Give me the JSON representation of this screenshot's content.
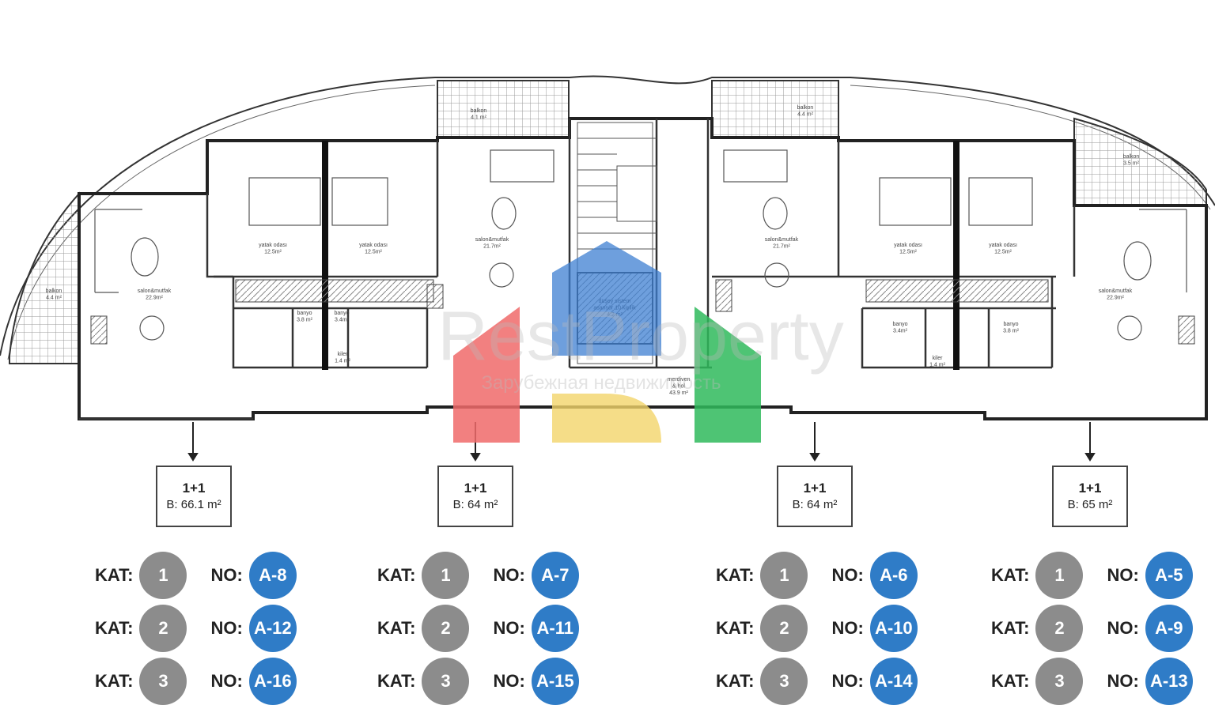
{
  "header": {
    "title": ""
  },
  "colors": {
    "wall": "#222222",
    "hatch": "#9a9a9a",
    "kat_circle": "#8c8c8c",
    "no_circle": "#2f7cc7"
  },
  "rooms": {
    "balkon_left": "balkon\n4.4 m²",
    "balkon_top_left": "balkon\n4.1 m²",
    "balkon_top_right": "balkon\n4.4 m²",
    "balkon_right": "balkon\n3.5 m²",
    "salon_a8": "salon&mutfak\n22.9m²",
    "yatak_a8": "yatak odası\n12.5m²",
    "yatak_a7": "yatak odası\n12.5m²",
    "salon_a7": "salon&mutfak\n21.7m²",
    "salon_a6": "salon&mutfak\n21.7m²",
    "yatak_a6": "yatak odası\n12.5m²",
    "yatak_a5": "yatak odası\n12.5m²",
    "salon_a5": "salon&mutfak\n22.9m²",
    "banyo_a8": "banyo\n3.8 m²",
    "banyo_a7": "banyo\n3.4m²",
    "banyo_a6": "banyo\n3.4m²",
    "banyo_a5": "banyo\n3.8 m²",
    "wc_left": "kiler\n1.4 m²",
    "wc_right": "kiler\n1.4 m²",
    "elevator": "düşey sistem\nasansör 10 kişilik\n4.2 m²",
    "hall": "merdiven\n& hol\n43.9 m²"
  },
  "watermark": {
    "brand": "RestProperty",
    "tagline": "Зарубежная недвижимость"
  },
  "unit_types": [
    {
      "rooms": "1+1",
      "area": "B: 66.1 m²"
    },
    {
      "rooms": "1+1",
      "area": "B: 64 m²"
    },
    {
      "rooms": "1+1",
      "area": "B: 64 m²"
    },
    {
      "rooms": "1+1",
      "area": "B: 65 m²"
    }
  ],
  "labels": {
    "kat": "KAT:",
    "no": "NO:"
  },
  "columns": [
    {
      "rows": [
        {
          "kat": "1",
          "no": "A-8"
        },
        {
          "kat": "2",
          "no": "A-12"
        },
        {
          "kat": "3",
          "no": "A-16"
        }
      ]
    },
    {
      "rows": [
        {
          "kat": "1",
          "no": "A-7"
        },
        {
          "kat": "2",
          "no": "A-11"
        },
        {
          "kat": "3",
          "no": "A-15"
        }
      ]
    },
    {
      "rows": [
        {
          "kat": "1",
          "no": "A-6"
        },
        {
          "kat": "2",
          "no": "A-10"
        },
        {
          "kat": "3",
          "no": "A-14"
        }
      ]
    },
    {
      "rows": [
        {
          "kat": "1",
          "no": "A-5"
        },
        {
          "kat": "2",
          "no": "A-9"
        },
        {
          "kat": "3",
          "no": "A-13"
        }
      ]
    }
  ]
}
